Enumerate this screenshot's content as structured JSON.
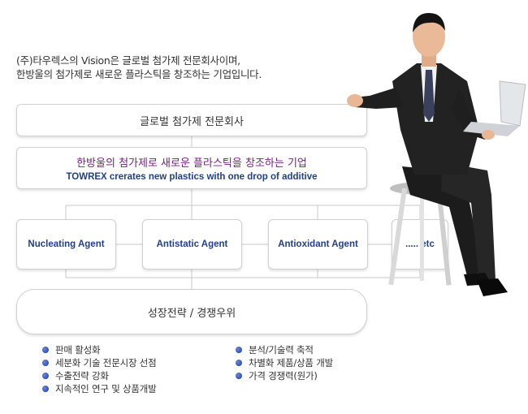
{
  "intro": {
    "line1": "(주)타우렉스의 Vision은 글로벌 첨가제 전문회사이며,",
    "line2": "한방울의 첨가제로 새로운 플라스틱을 창조하는 기업입니다."
  },
  "diagram": {
    "global_box": "글로벌 첨가제 전문회사",
    "core_korean": "한방울의 첨가제로 새로운 플라스틱을 창조하는 기업",
    "core_english": "TOWREX crerates new plastics with one drop of additive",
    "agents": [
      "Nucleating Agent",
      "Antistatic Agent",
      "Antioxidant Agent",
      "..... etc"
    ],
    "growth_box": "성장전략 / 경쟁우위"
  },
  "bullets_left": [
    "판매 활성화",
    "세분화 기술 전문시장 선점",
    "수출전략 강화",
    "지속적인 연구 및 상품개발"
  ],
  "bullets_right": [
    "분석/기술력 축적",
    "차별화 제품/상품 개발",
    "가격 경쟁력(원가)"
  ],
  "colors": {
    "purple_text": "#7a1d8a",
    "blue_text": "#1f3f8f",
    "bullet": "#1d3c95"
  }
}
